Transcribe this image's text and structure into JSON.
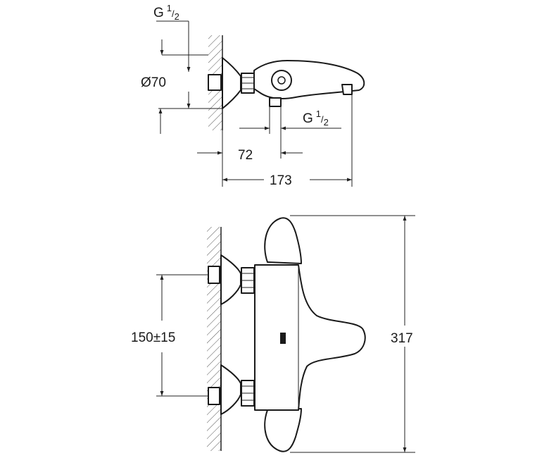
{
  "top_view": {
    "thread_top": {
      "base": "G",
      "num": "1",
      "den": "2"
    },
    "diameter": "Ø70",
    "thread_bottom": {
      "base": "G",
      "num": "1",
      "den": "2"
    },
    "dim_72": "72",
    "dim_173": "173"
  },
  "front_view": {
    "dim_centers": "150±15",
    "dim_height": "317"
  }
}
